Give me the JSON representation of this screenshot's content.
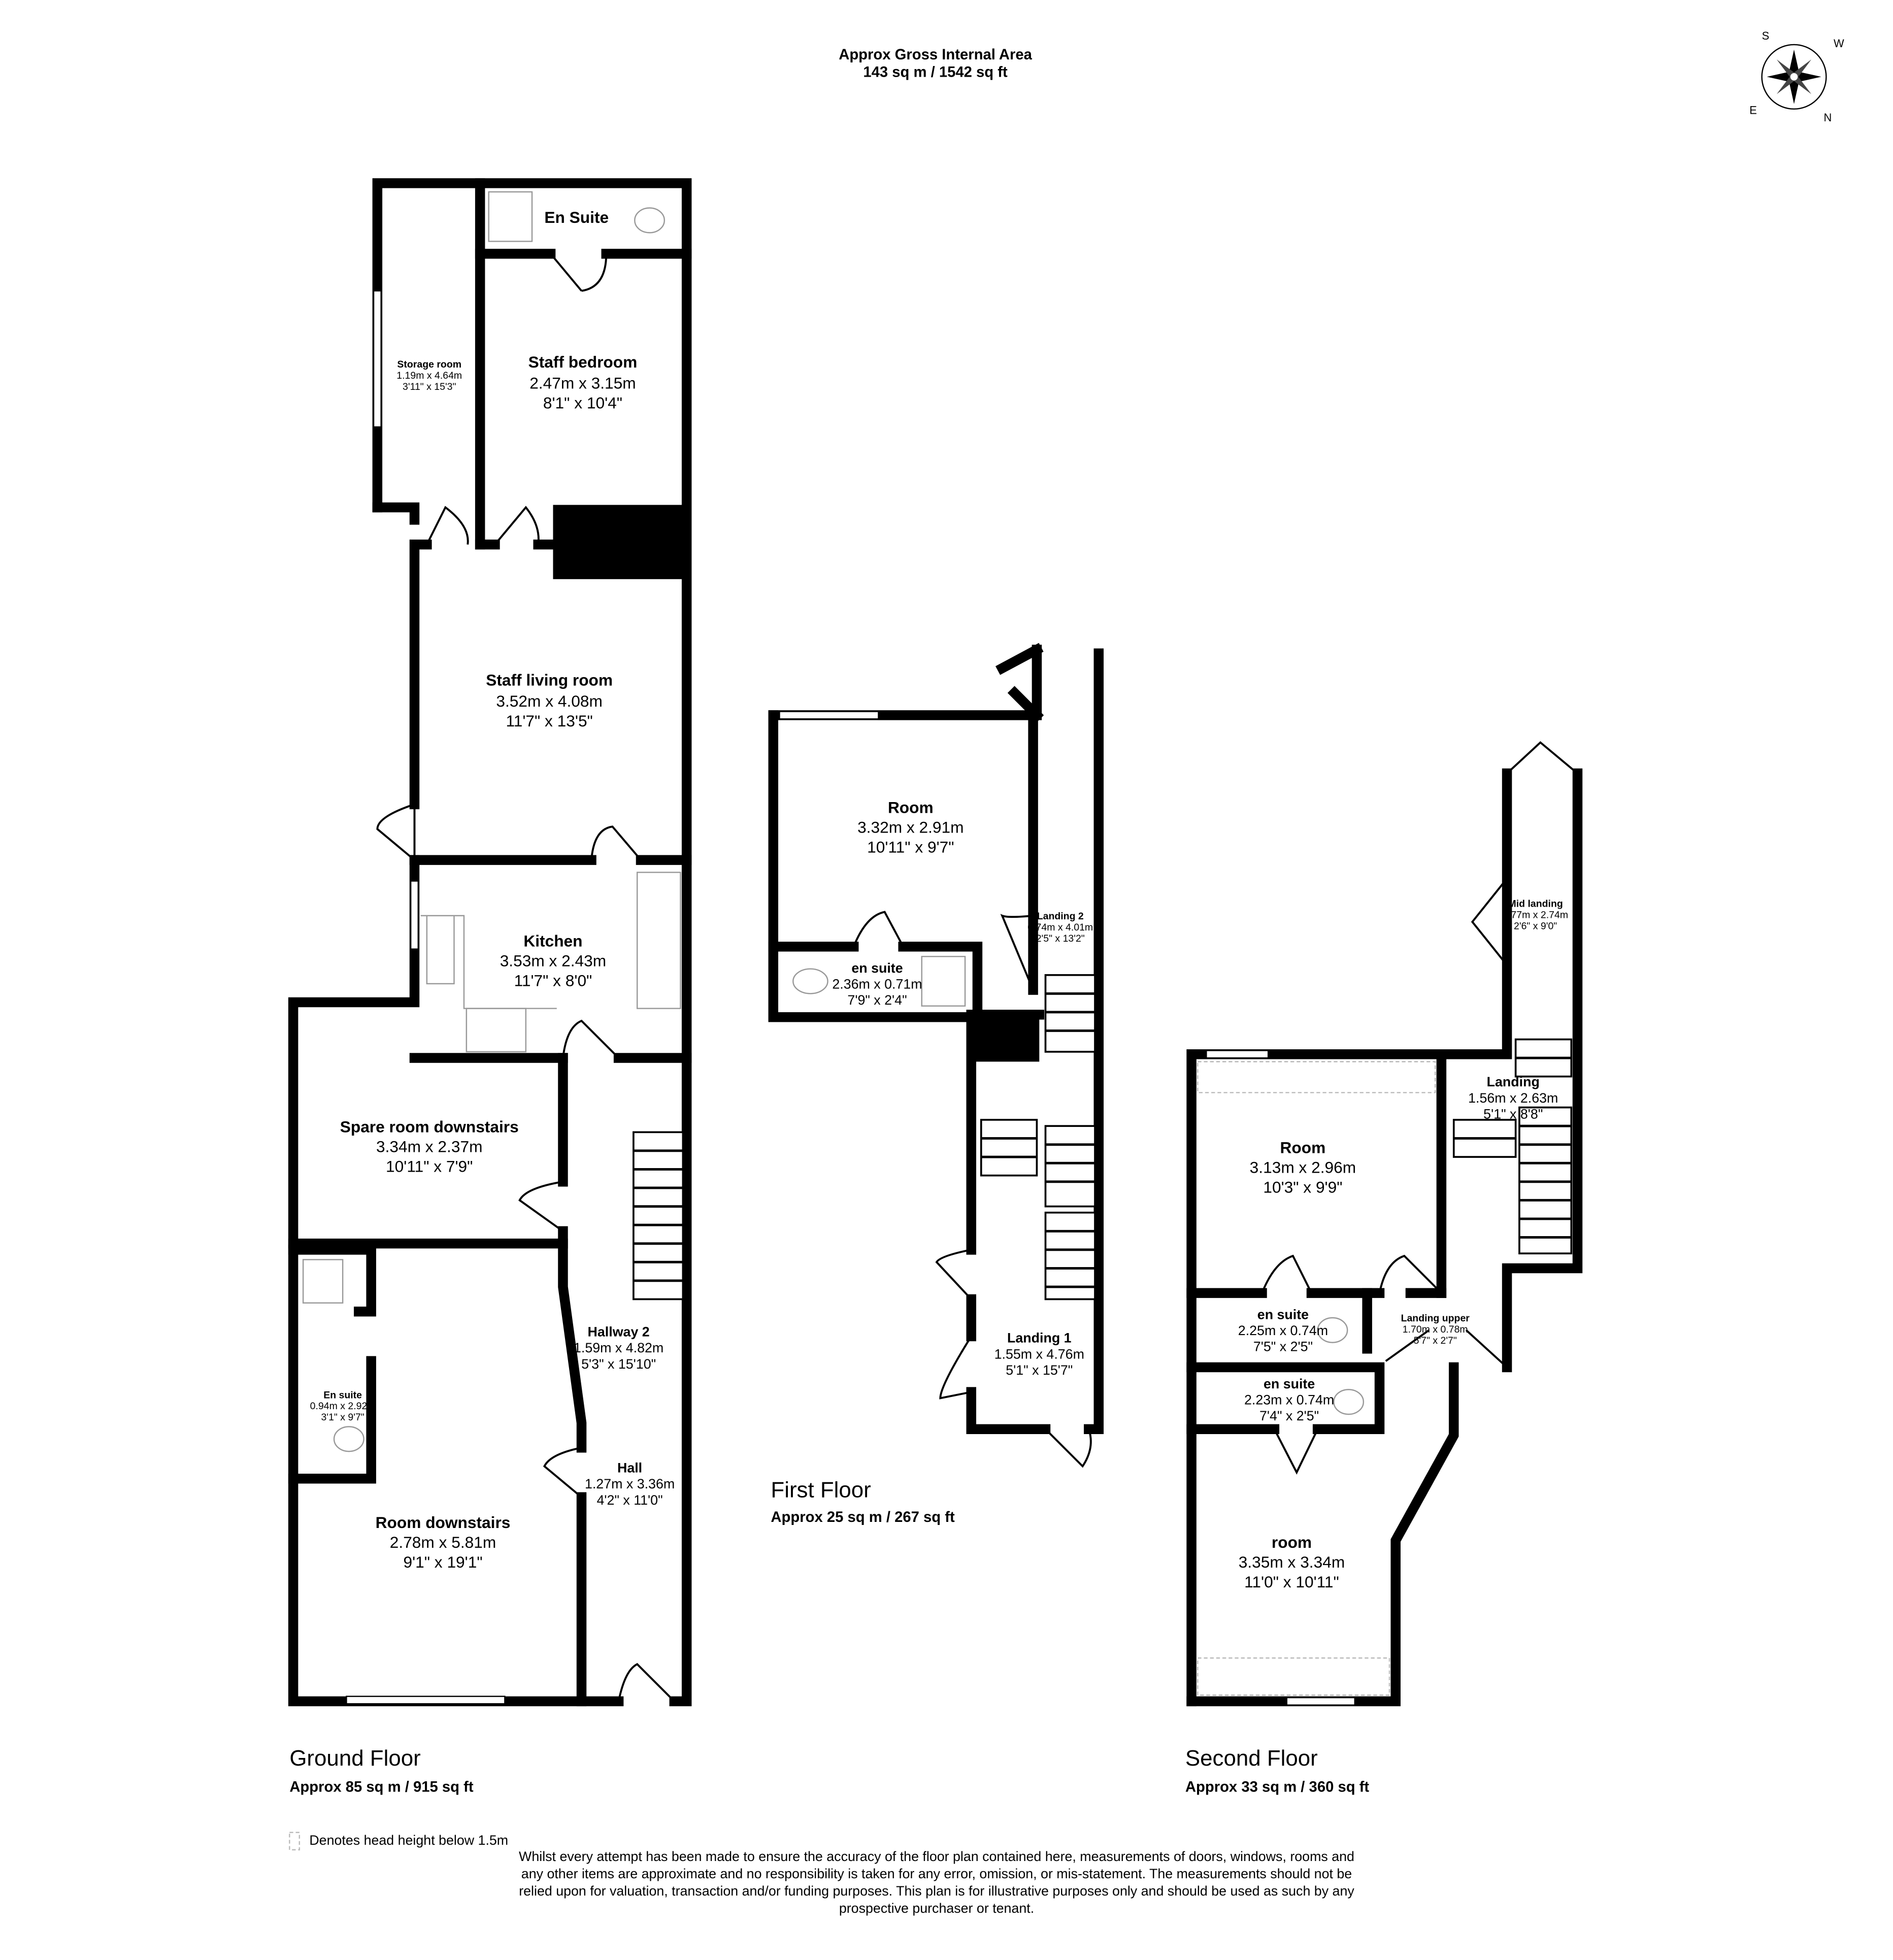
{
  "header": {
    "title": "Approx Gross Internal Area",
    "area": "143 sq m / 1542 sq ft"
  },
  "compass": {
    "labels": [
      "S",
      "W",
      "N",
      "E"
    ]
  },
  "floors": {
    "ground": {
      "name": "Ground Floor",
      "area": "Approx 85 sq m / 915 sq ft"
    },
    "first": {
      "name": "First Floor",
      "area": "Approx 25 sq m / 267 sq ft"
    },
    "second": {
      "name": "Second Floor",
      "area": "Approx 33 sq m / 360 sq ft"
    }
  },
  "rooms": {
    "ensuite_top": {
      "name": "En Suite"
    },
    "storage": {
      "name": "Storage room",
      "metric": "1.19m x 4.64m",
      "imperial": "3'11\" x 15'3\""
    },
    "staff_bedroom": {
      "name": "Staff bedroom",
      "metric": "2.47m x 3.15m",
      "imperial": "8'1\" x 10'4\""
    },
    "staff_living": {
      "name": "Staff living room",
      "metric": "3.52m x 4.08m",
      "imperial": "11'7\" x 13'5\""
    },
    "kitchen": {
      "name": "Kitchen",
      "metric": "3.53m x 2.43m",
      "imperial": "11'7\" x 8'0\""
    },
    "spare": {
      "name": "Spare room downstairs",
      "metric": "3.34m x 2.37m",
      "imperial": "10'11\" x 7'9\""
    },
    "ensuite_ground": {
      "name": "En suite",
      "metric": "0.94m x 2.92m",
      "imperial": "3'1\" x 9'7\""
    },
    "room_downstairs": {
      "name": "Room downstairs",
      "metric": "2.78m x 5.81m",
      "imperial": "9'1\" x 19'1\""
    },
    "hallway2": {
      "name": "Hallway 2",
      "metric": "1.59m x 4.82m",
      "imperial": "5'3\" x 15'10\""
    },
    "hall": {
      "name": "Hall",
      "metric": "1.27m x 3.36m",
      "imperial": "4'2\" x 11'0\""
    },
    "first_room": {
      "name": "Room",
      "metric": "3.32m x 2.91m",
      "imperial": "10'11\" x 9'7\""
    },
    "first_ensuite": {
      "name": "en suite",
      "metric": "2.36m x 0.71m",
      "imperial": "7'9\" x 2'4\""
    },
    "landing2": {
      "name": "Landing 2",
      "metric": "0.74m x 4.01m",
      "imperial": "2'5\" x 13'2\""
    },
    "landing1": {
      "name": "Landing 1",
      "metric": "1.55m x 4.76m",
      "imperial": "5'1\" x 15'7\""
    },
    "mid_landing": {
      "name": "Mid landing",
      "metric": "0.77m x 2.74m",
      "imperial": "2'6\" x 9'0\""
    },
    "second_room": {
      "name": "Room",
      "metric": "3.13m x 2.96m",
      "imperial": "10'3\" x 9'9\""
    },
    "landing": {
      "name": "Landing",
      "metric": "1.56m x 2.63m",
      "imperial": "5'1\" x 8'8\""
    },
    "ensuite_a": {
      "name": "en suite",
      "metric": "2.25m x 0.74m",
      "imperial": "7'5\" x 2'5\""
    },
    "landing_upper": {
      "name": "Landing upper",
      "metric": "1.70m x 0.78m",
      "imperial": "5'7\" x 2'7\""
    },
    "ensuite_b": {
      "name": "en suite",
      "metric": "2.23m x 0.74m",
      "imperial": "7'4\" x 2'5\""
    },
    "second_room2": {
      "name": "room",
      "metric": "3.35m x 3.34m",
      "imperial": "11'0\" x 10'11\""
    }
  },
  "legend": {
    "head_height": "Denotes head height below 1.5m"
  },
  "disclaimer": [
    "Whilst every attempt has been made to ensure the accuracy of the floor plan contained here, measurements of doors, windows, rooms and",
    "any other items are approximate and no responsibility is taken for any error, omission, or mis-statement. The measurements should not be",
    "relied upon for valuation, transaction and/or funding purposes. This plan is for illustrative purposes only and should be used as such by any",
    "prospective purchaser or tenant."
  ]
}
